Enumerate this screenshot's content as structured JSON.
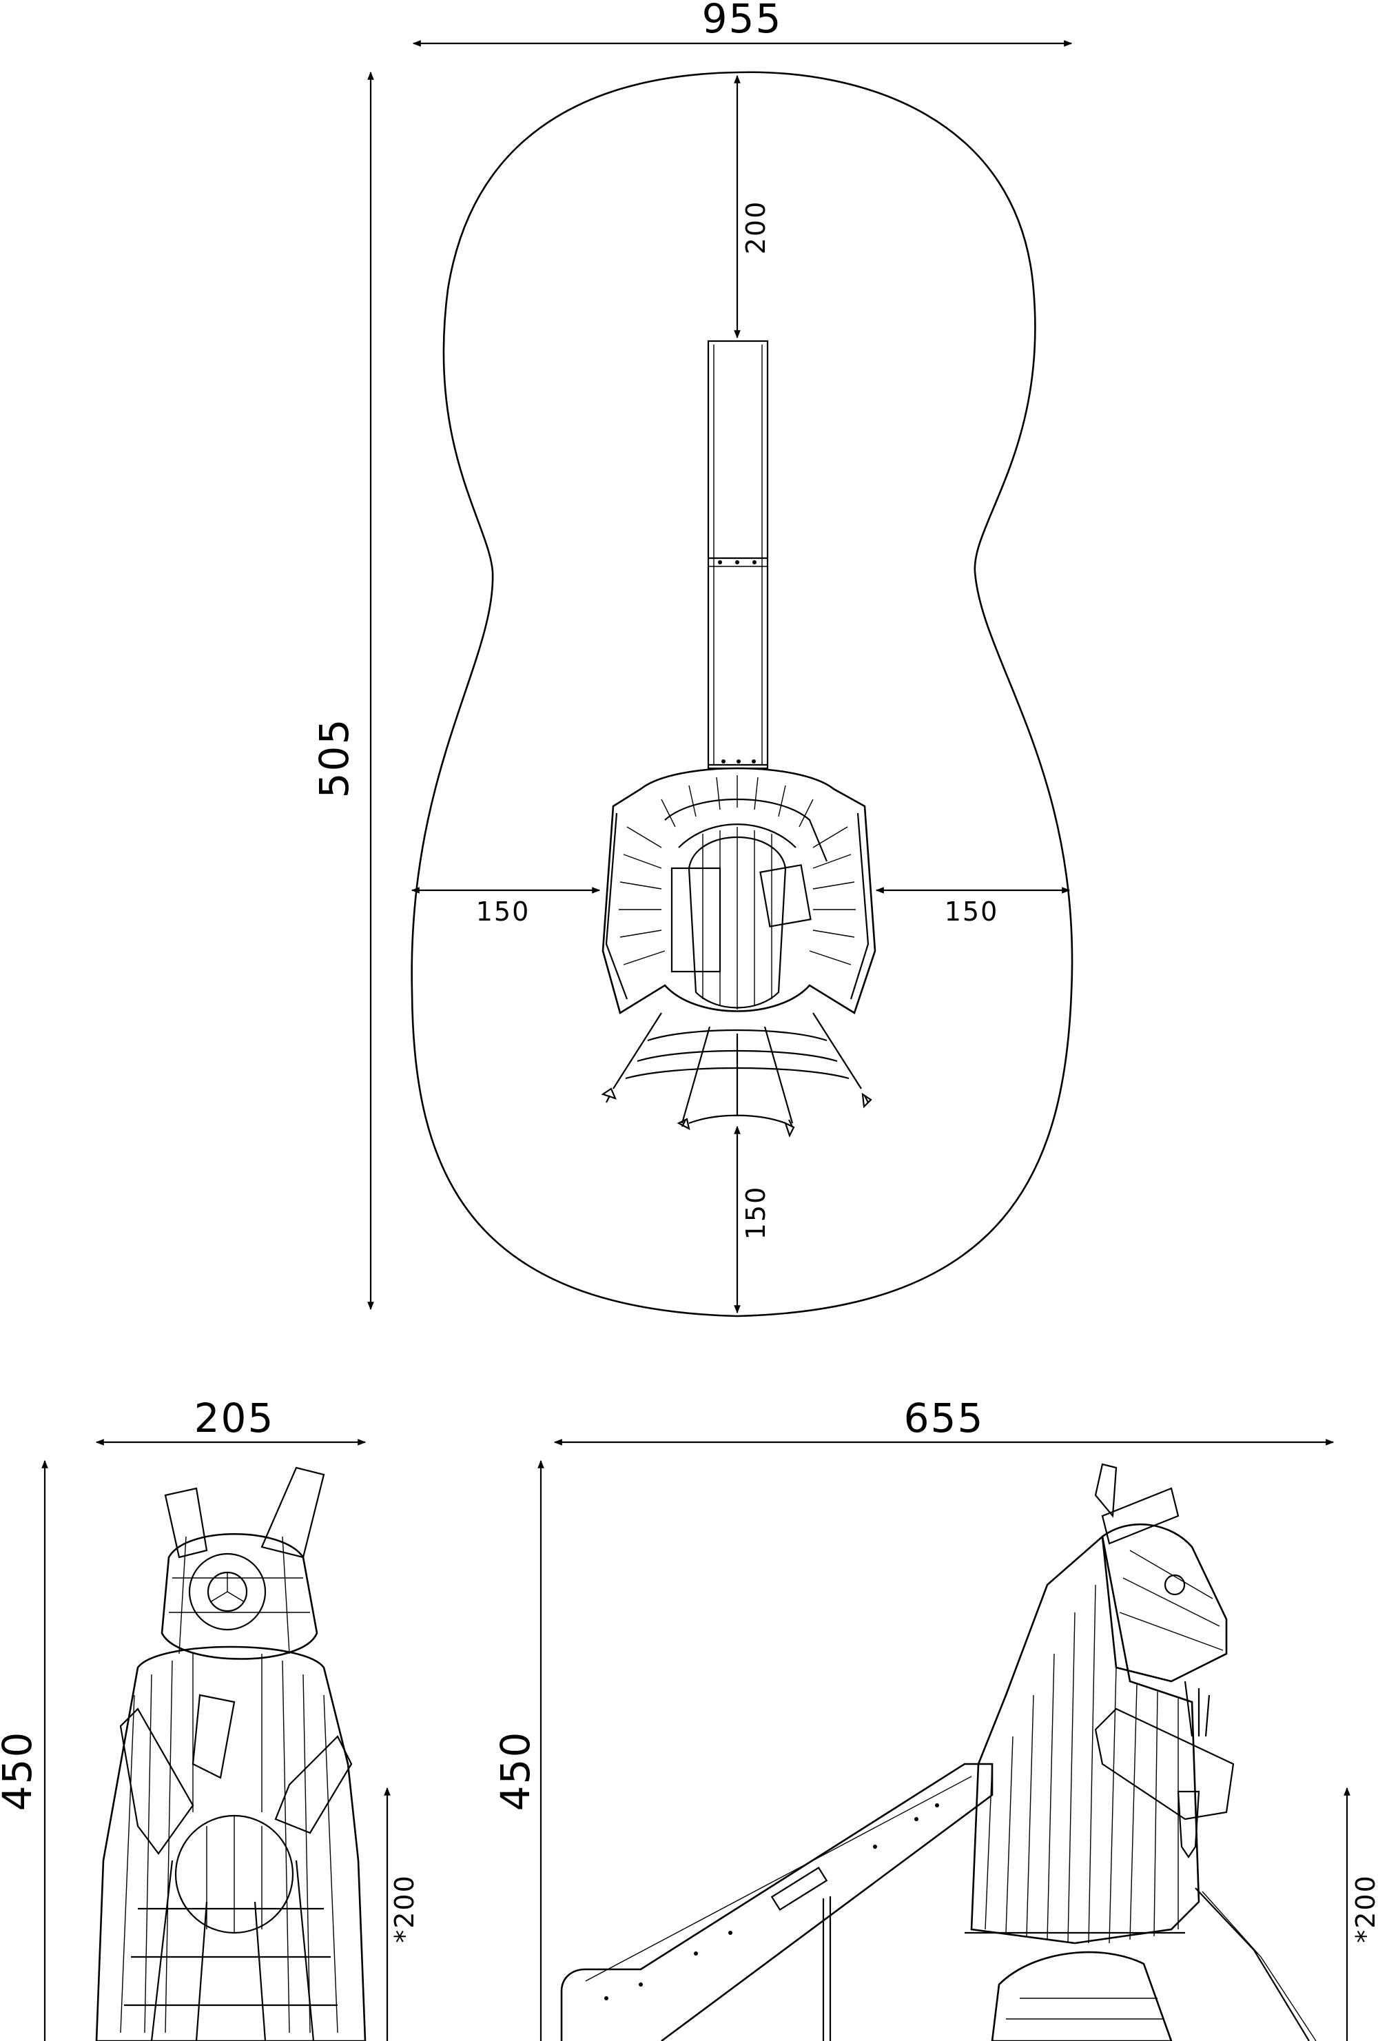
{
  "plan": {
    "width_label": "955",
    "height_label": "505",
    "top_clear_label": "200",
    "left_clear_label": "150",
    "right_clear_label": "150",
    "bottom_clear_label": "150"
  },
  "front_view": {
    "width_label": "205",
    "height_label": "450",
    "free_fall_label": "*200"
  },
  "side_view": {
    "width_label": "655",
    "height_label": "450",
    "free_fall_label": "*200"
  }
}
